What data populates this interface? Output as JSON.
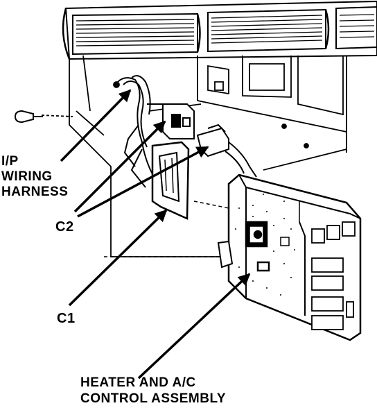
{
  "labels": {
    "ip_harness": [
      "I/P",
      "WIRING",
      "HARNESS"
    ],
    "c2": "C2",
    "c1": "C1",
    "heater_assembly": [
      "HEATER AND A/C",
      "CONTROL ASSEMBLY"
    ]
  }
}
